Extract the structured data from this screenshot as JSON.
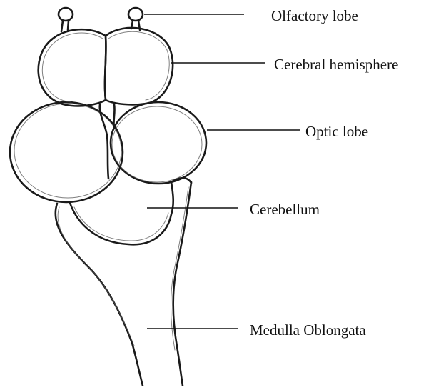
{
  "labels": {
    "olfactory_lobe": "Olfactory lobe",
    "cerebral_hemisphere": "Cerebral hemisphere",
    "optic_lobe": "Optic lobe",
    "cerebellum": "Cerebellum",
    "medulla_oblongata": "Medulla Oblongata"
  },
  "colors": {
    "ink": "#1a1a1a",
    "background": "#ffffff"
  }
}
